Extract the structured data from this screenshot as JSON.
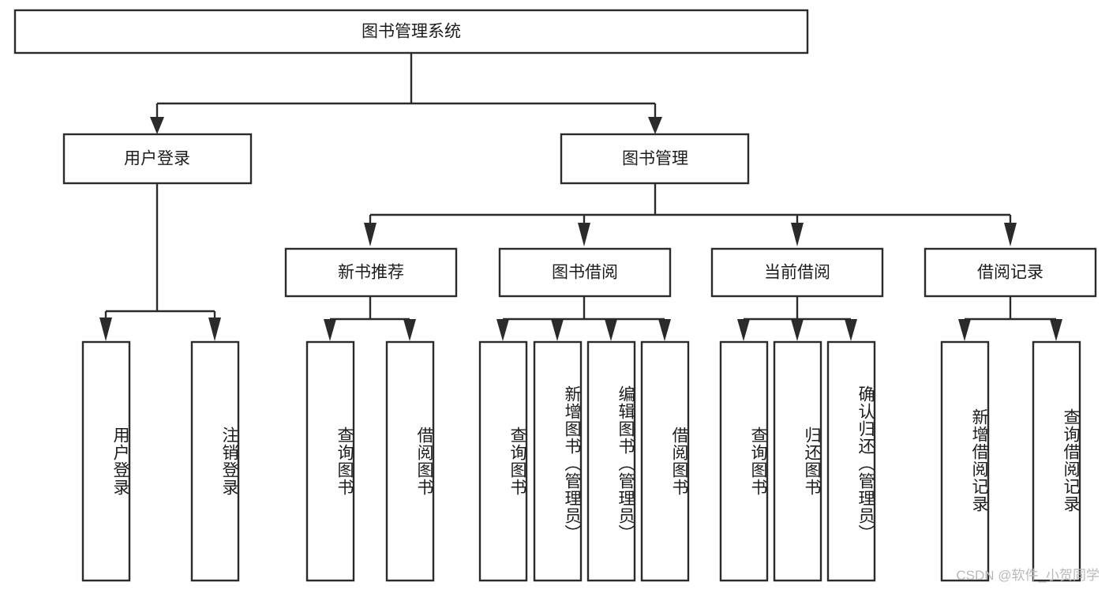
{
  "diagram": {
    "type": "tree-hierarchy",
    "title": "图书管理系统",
    "watermark": "CSDN @软件_小贺同学",
    "colors": {
      "stroke": "#2b2b2b",
      "fill": "#ffffff",
      "text": "#1c1c1c",
      "watermark": "#b9b9b9"
    },
    "root": {
      "label": "图书管理系统"
    },
    "level2": [
      {
        "id": "user-login",
        "label": "用户登录"
      },
      {
        "id": "book-manage",
        "label": "图书管理"
      }
    ],
    "level3": [
      {
        "id": "new-book-recommend",
        "label": "新书推荐",
        "parent": "book-manage"
      },
      {
        "id": "book-borrow",
        "label": "图书借阅",
        "parent": "book-manage"
      },
      {
        "id": "current-borrow",
        "label": "当前借阅",
        "parent": "book-manage"
      },
      {
        "id": "borrow-record",
        "label": "借阅记录",
        "parent": "book-manage"
      }
    ],
    "leaves": [
      {
        "id": "leaf-user-login",
        "label": "用户登录",
        "parent": "user-login"
      },
      {
        "id": "leaf-user-logout",
        "label": "注销登录",
        "parent": "user-login"
      },
      {
        "id": "leaf-query-book-1",
        "label": "查询图书",
        "parent": "new-book-recommend"
      },
      {
        "id": "leaf-borrow-book-1",
        "label": "借阅图书",
        "parent": "new-book-recommend"
      },
      {
        "id": "leaf-query-book-2",
        "label": "查询图书",
        "parent": "book-borrow"
      },
      {
        "id": "leaf-add-book",
        "label": "新增图书（管理员）",
        "parent": "book-borrow"
      },
      {
        "id": "leaf-edit-book",
        "label": "编辑图书（管理员）",
        "parent": "book-borrow"
      },
      {
        "id": "leaf-borrow-book-2",
        "label": "借阅图书",
        "parent": "book-borrow"
      },
      {
        "id": "leaf-query-book-3",
        "label": "查询图书",
        "parent": "current-borrow"
      },
      {
        "id": "leaf-return-book",
        "label": "归还图书",
        "parent": "current-borrow"
      },
      {
        "id": "leaf-confirm-return",
        "label": "确认归还（管理员）",
        "parent": "current-borrow"
      },
      {
        "id": "leaf-add-record",
        "label": "新增借阅记录",
        "parent": "borrow-record"
      },
      {
        "id": "leaf-query-record",
        "label": "查询借阅记录",
        "parent": "borrow-record"
      }
    ]
  }
}
